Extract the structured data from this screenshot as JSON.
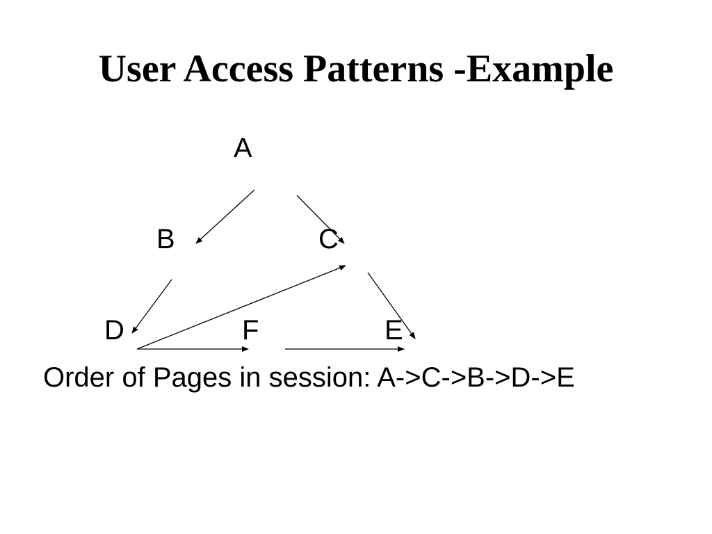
{
  "title": "User Access Patterns -Example",
  "nodes": {
    "a": "A",
    "b": "B",
    "c": "C",
    "d": "D",
    "f": "F",
    "e": "E"
  },
  "caption": "Order of Pages in session: A->C->B->D->E",
  "colors": {
    "text": "#000000",
    "background": "#ffffff"
  }
}
